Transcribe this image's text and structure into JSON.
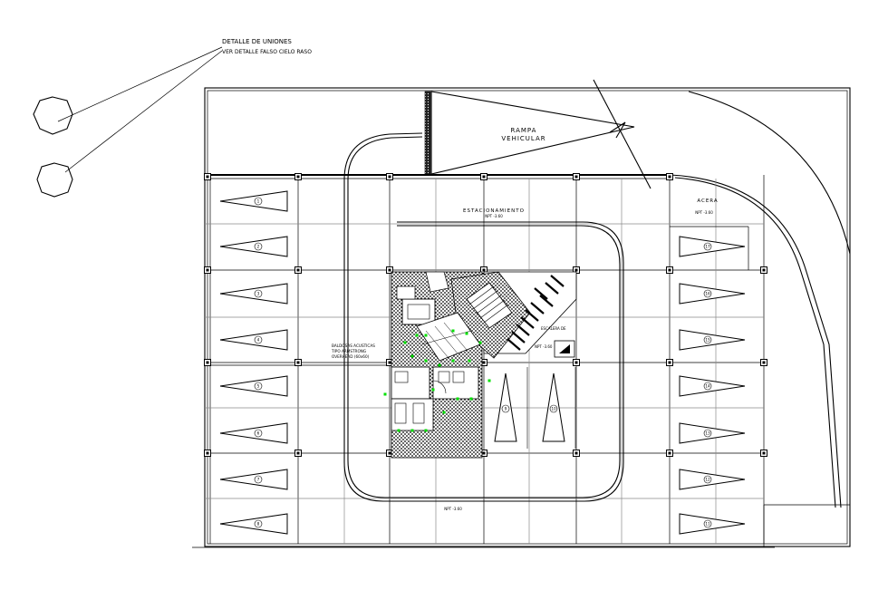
{
  "notes": {
    "line1": "DETALLE DE UNIONES",
    "line2": "VER DETALLE FALSO CIELO RASO"
  },
  "labels": {
    "ramp_line1": "RAMPA",
    "ramp_line2": "VEHICULAR",
    "parking": "ESTACIONAMIENTO",
    "parking_level": "NPT -3.60",
    "sidewalk": "ACERA",
    "sidewalk_level": "NPT -3.60",
    "bottom_level": "NPT -3.60",
    "ceiling_line1": "BALDOSAS ACUSTICAS",
    "ceiling_line2": "TIPO ARMSTRONG",
    "ceiling_line3": "OVERHEAD (60x60)",
    "stair_note": "ESCALERA DE",
    "stair_level": "NPT -3.60"
  },
  "stalls": {
    "left": [
      "1",
      "2",
      "3",
      "4",
      "5",
      "6",
      "7",
      "8"
    ],
    "right": [
      "17",
      "16",
      "15",
      "14",
      "13",
      "12",
      "11"
    ],
    "center": [
      "9",
      "10"
    ]
  },
  "colors": {
    "line": "#000000",
    "marker": "#00e000",
    "hatch": "#000000"
  }
}
